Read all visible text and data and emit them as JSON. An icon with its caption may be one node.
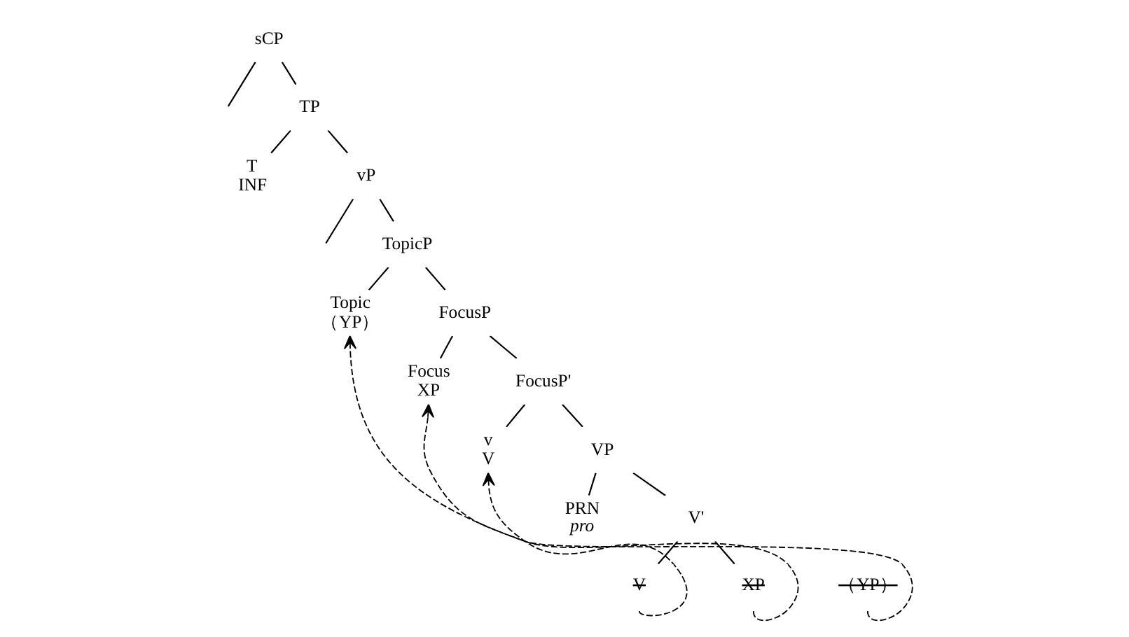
{
  "diagram": {
    "nodes": [
      {
        "text": [
          "sCP"
        ]
      },
      {
        "text": [
          "TP"
        ]
      },
      {
        "text": [
          "T",
          "INF"
        ]
      },
      {
        "text": [
          "vP"
        ]
      },
      {
        "text": [
          "TopicP"
        ]
      },
      {
        "text": [
          "Topic",
          "（YP）"
        ]
      },
      {
        "text": [
          "FocusP"
        ]
      },
      {
        "text": [
          "Focus",
          "XP"
        ]
      },
      {
        "text": [
          "FocusP'"
        ]
      },
      {
        "text": [
          "v",
          "V"
        ]
      },
      {
        "text": [
          "VP"
        ]
      },
      {
        "text": [
          "PRN",
          "pro"
        ]
      },
      {
        "text": [
          "V'"
        ]
      },
      {
        "text": [
          "V"
        ]
      },
      {
        "text": [
          "XP"
        ]
      },
      {
        "text": [
          "（YP）"
        ]
      }
    ],
    "edges": [
      {
        "from": 0,
        "to": null,
        "arrow": "none"
      },
      {
        "from": 0,
        "to": 1,
        "arrow": "none"
      },
      {
        "from": 1,
        "to": 2,
        "arrow": "none"
      },
      {
        "from": 1,
        "to": 3,
        "arrow": "none"
      },
      {
        "from": 3,
        "to": null,
        "arrow": "none"
      },
      {
        "from": 3,
        "to": 4,
        "arrow": "none"
      },
      {
        "from": 4,
        "to": 5,
        "arrow": "none"
      },
      {
        "from": 4,
        "to": 6,
        "arrow": "none"
      },
      {
        "from": 6,
        "to": 7,
        "arrow": "none"
      },
      {
        "from": 6,
        "to": 8,
        "arrow": "none"
      },
      {
        "from": 8,
        "to": 9,
        "arrow": "none"
      },
      {
        "from": 8,
        "to": 10,
        "arrow": "none"
      },
      {
        "from": 10,
        "to": 11,
        "arrow": "none"
      },
      {
        "from": 10,
        "to": 12,
        "arrow": "none"
      },
      {
        "from": 12,
        "to": 13,
        "arrow": "none"
      },
      {
        "from": 12,
        "to": 14,
        "arrow": "none"
      },
      {
        "from": 13,
        "to": 9,
        "arrow": "to",
        "style": "dashed"
      },
      {
        "from": 14,
        "to": 7,
        "arrow": "to",
        "style": "dashed"
      },
      {
        "from": 15,
        "to": 5,
        "arrow": "to",
        "style": "dashed"
      }
    ]
  }
}
